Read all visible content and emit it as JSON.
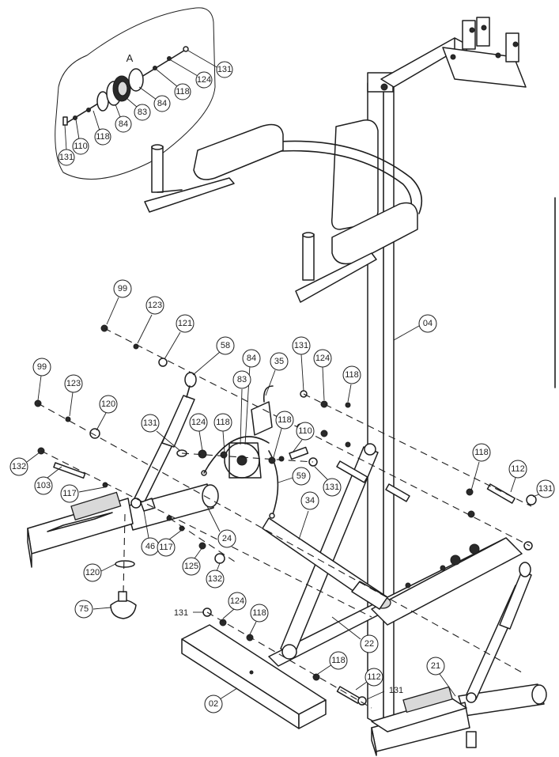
{
  "inset": {
    "title": "A",
    "labels": [
      "131",
      "124",
      "118",
      "84",
      "83",
      "84",
      "118",
      "110",
      "131"
    ]
  },
  "callouts": [
    "99",
    "123",
    "121",
    "58",
    "84",
    "83",
    "35",
    "131",
    "124",
    "118",
    "04",
    "99",
    "123",
    "120",
    "131",
    "124",
    "118",
    "118",
    "110",
    "59",
    "131",
    "132",
    "103",
    "117",
    "46",
    "24",
    "117",
    "125",
    "132",
    "120",
    "75",
    "34",
    "118",
    "112",
    "131",
    "131",
    "124",
    "118",
    "22",
    "118",
    "112",
    "131",
    "21",
    "02"
  ]
}
